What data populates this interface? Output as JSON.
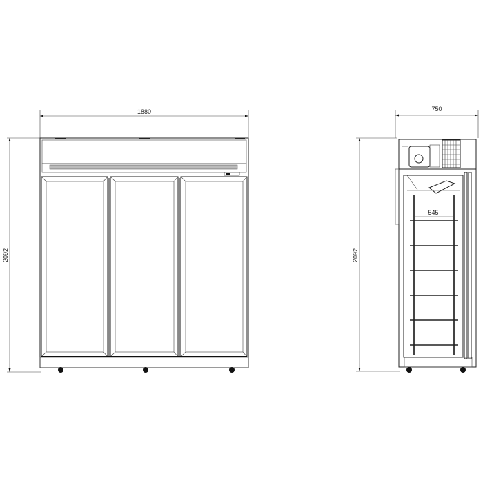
{
  "front_view": {
    "width_label": "1880",
    "height_label": "2092",
    "door_count": 3
  },
  "side_view": {
    "depth_label": "750",
    "height_label": "2092",
    "inner_label": "545",
    "shelf_count": 6
  }
}
